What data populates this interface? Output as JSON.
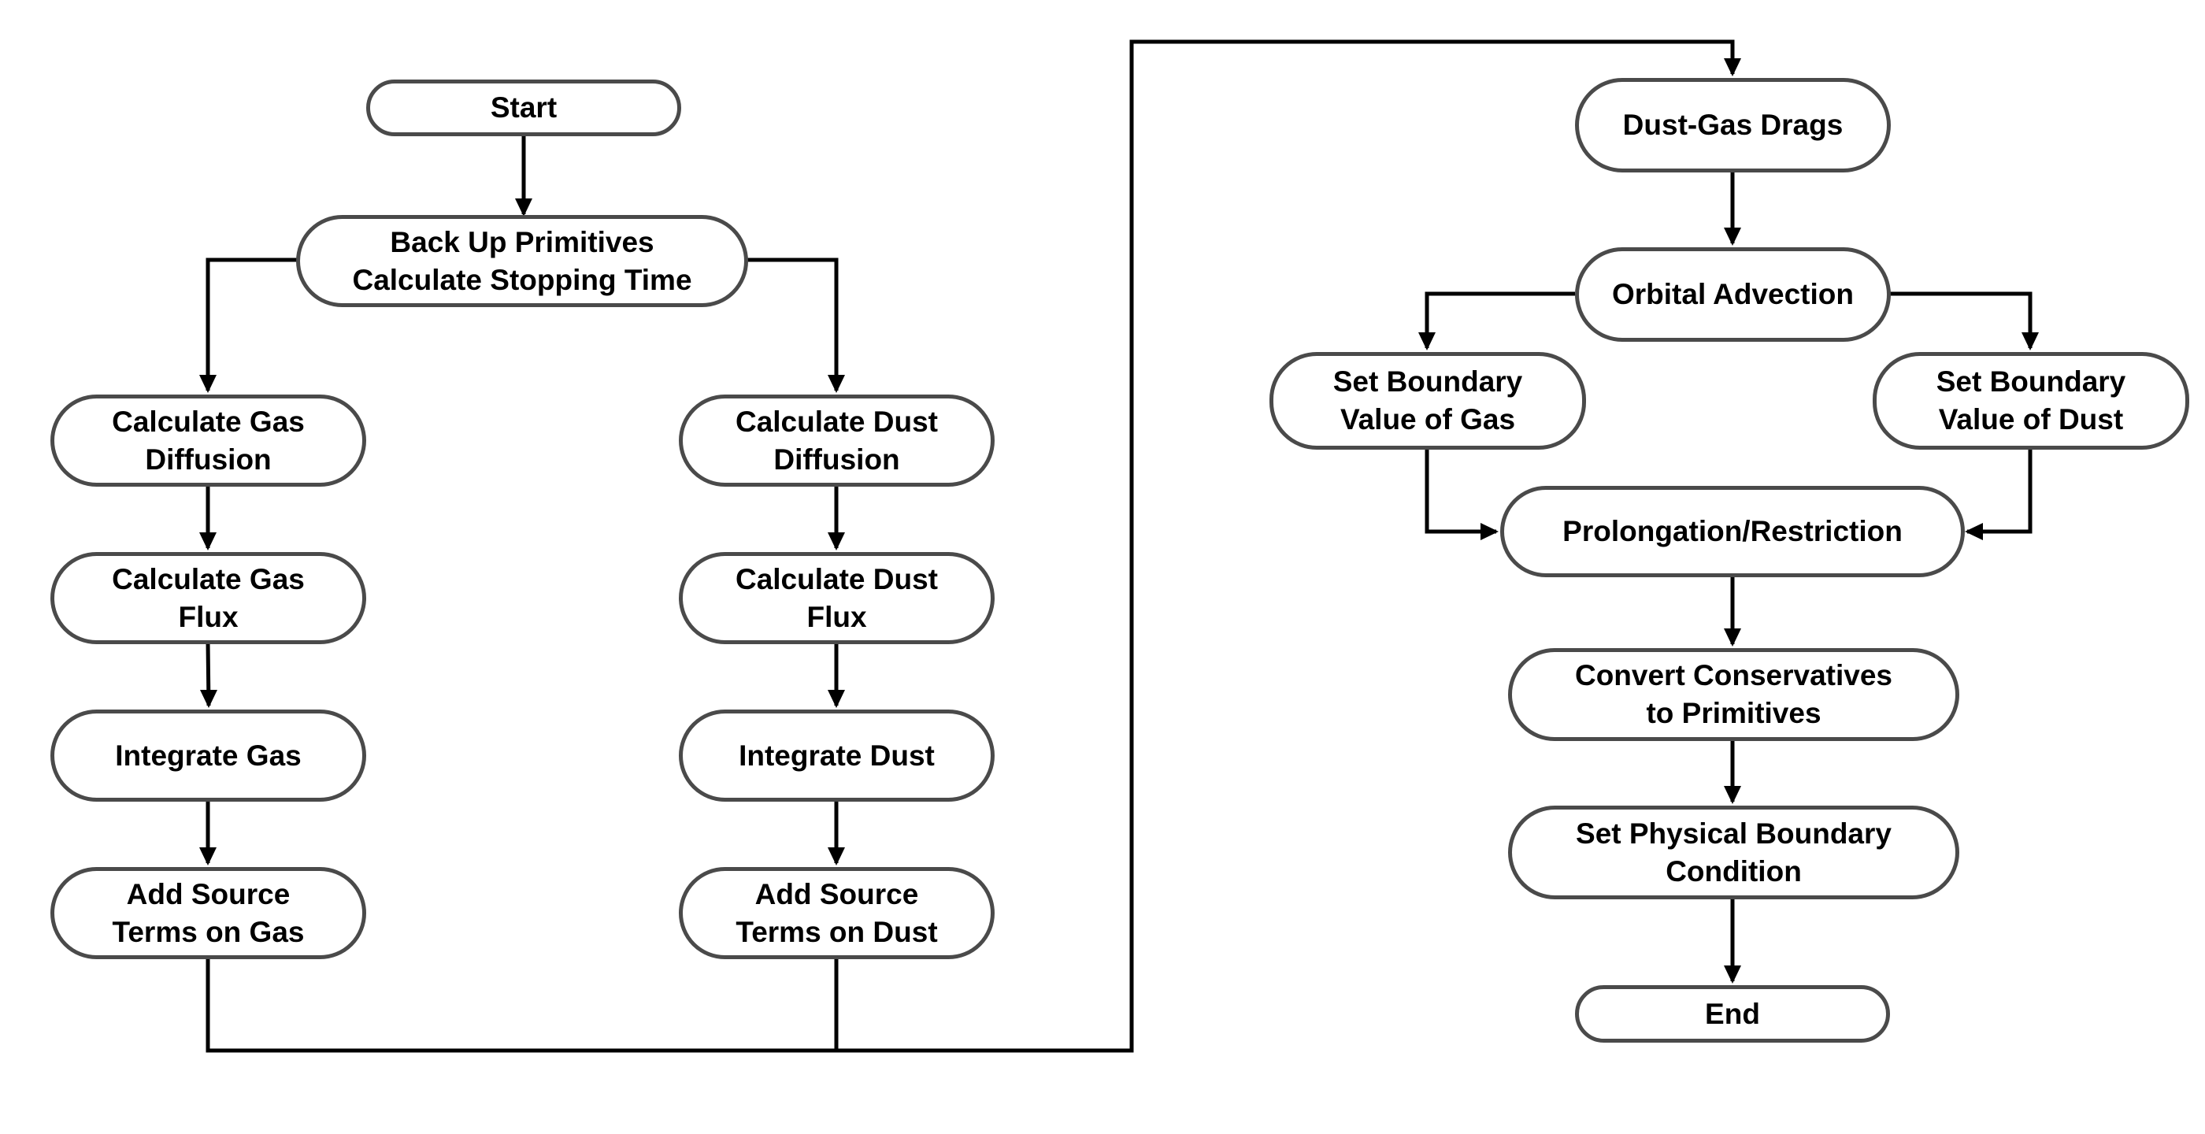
{
  "nodes": {
    "start": {
      "lines": [
        "Start"
      ]
    },
    "backup": {
      "lines": [
        "Back Up Primitives",
        "Calculate Stopping Time"
      ]
    },
    "gas_diffusion": {
      "lines": [
        "Calculate Gas",
        "Diffusion"
      ]
    },
    "gas_flux": {
      "lines": [
        "Calculate Gas",
        "Flux"
      ]
    },
    "integrate_gas": {
      "lines": [
        "Integrate Gas"
      ]
    },
    "source_gas": {
      "lines": [
        "Add Source",
        "Terms on Gas"
      ]
    },
    "dust_diffusion": {
      "lines": [
        "Calculate Dust",
        "Diffusion"
      ]
    },
    "dust_flux": {
      "lines": [
        "Calculate Dust",
        "Flux"
      ]
    },
    "integrate_dust": {
      "lines": [
        "Integrate Dust"
      ]
    },
    "source_dust": {
      "lines": [
        "Add Source",
        "Terms on Dust"
      ]
    },
    "drags": {
      "lines": [
        "Dust-Gas Drags"
      ]
    },
    "orbital": {
      "lines": [
        "Orbital Advection"
      ]
    },
    "boundary_gas": {
      "lines": [
        "Set Boundary",
        "Value of Gas"
      ]
    },
    "boundary_dust": {
      "lines": [
        "Set Boundary",
        "Value of Dust"
      ]
    },
    "prolongation": {
      "lines": [
        "Prolongation/Restriction"
      ]
    },
    "convert": {
      "lines": [
        "Convert Conservatives",
        "to Primitives"
      ]
    },
    "physical": {
      "lines": [
        "Set Physical Boundary",
        "Condition"
      ]
    },
    "end": {
      "lines": [
        "End"
      ]
    }
  },
  "colors": {
    "node_border": "#4a4a4a",
    "connector": "#000000",
    "text": "#000000"
  }
}
